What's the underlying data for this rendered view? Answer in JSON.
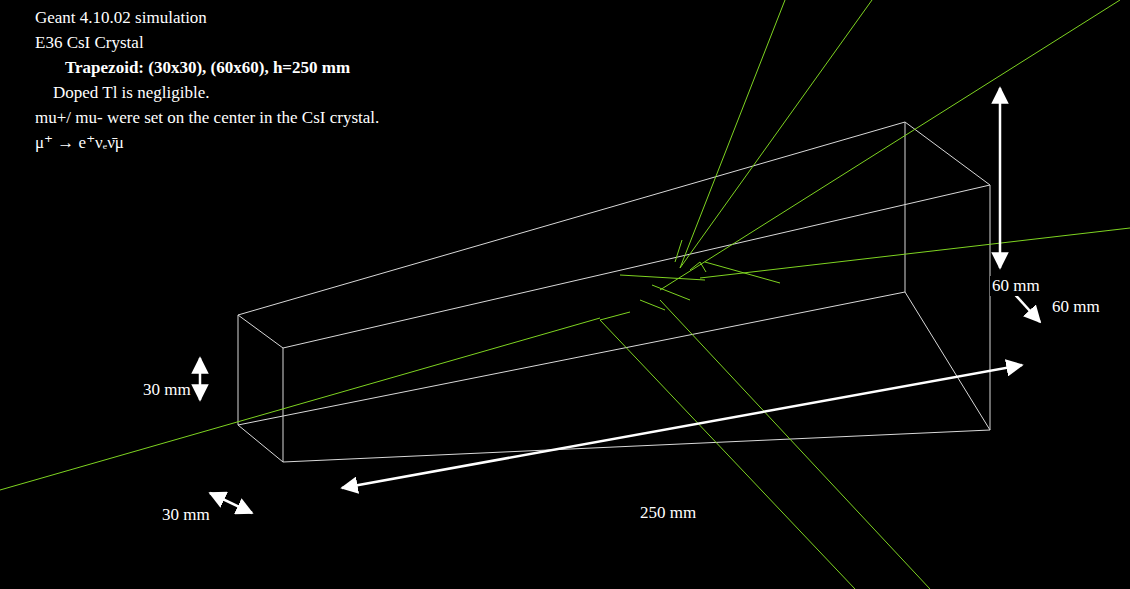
{
  "diagram": {
    "labels": [
      "Geant 4.10.02 simulation",
      "E36 CsI Crystal",
      "Trapezoid: (30x30), (60x60), h=250 mm",
      "Doped Tl is negligible.",
      "mu+/ mu- were set on the center in the CsI crystal.",
      "μ⁺ → e⁺νₑν̄μ",
      "60 mm",
      "60 mm",
      "30 mm",
      "30 mm",
      "250 mm"
    ]
  }
}
